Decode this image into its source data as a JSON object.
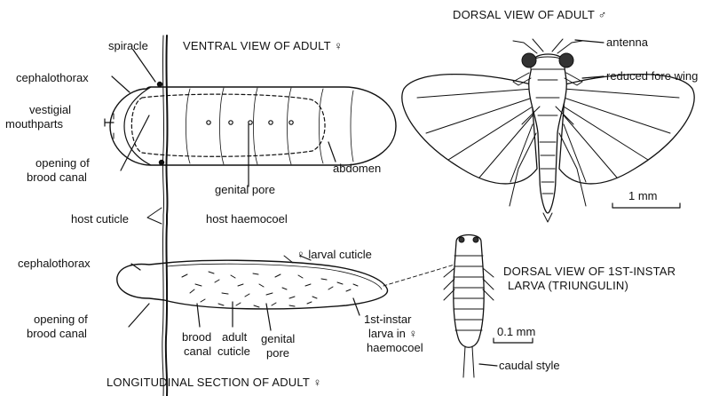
{
  "titles": {
    "ventral": "VENTRAL VIEW OF ADULT ♀",
    "dorsal_adult": "DORSAL VIEW OF ADULT ♂",
    "dorsal_larva_line1": "DORSAL VIEW OF 1ST-INSTAR",
    "dorsal_larva_line2": "LARVA (TRIUNGULIN)",
    "section": "LONGITUDINAL SECTION OF ADULT ♀"
  },
  "labels": {
    "spiracle": "spiracle",
    "cephalothorax_top": "cephalothorax",
    "vestigial_1": "vestigial",
    "vestigial_2": "mouthparts",
    "opening_top_1": "opening of",
    "opening_top_2": "brood canal",
    "genital_pore_top": "genital pore",
    "abdomen": "abdomen",
    "host_cuticle": "host cuticle",
    "host_haemocoel": "host haemocoel",
    "cephalothorax_bottom": "cephalothorax",
    "larval_cuticle": "♀ larval cuticle",
    "opening_bottom_1": "opening of",
    "opening_bottom_2": "brood canal",
    "brood_canal_1": "brood",
    "brood_canal_2": "canal",
    "adult_cuticle_1": "adult",
    "adult_cuticle_2": "cuticle",
    "genital_pore_b1": "genital",
    "genital_pore_b2": "pore",
    "instar_1": "1st-instar",
    "instar_2": "larva in ♀",
    "instar_3": "haemocoel",
    "antenna": "antenna",
    "reduced_fore_wing": "reduced fore wing",
    "caudal_style": "caudal style"
  },
  "scales": {
    "adult": "1 mm",
    "larva": "0.1 mm"
  }
}
